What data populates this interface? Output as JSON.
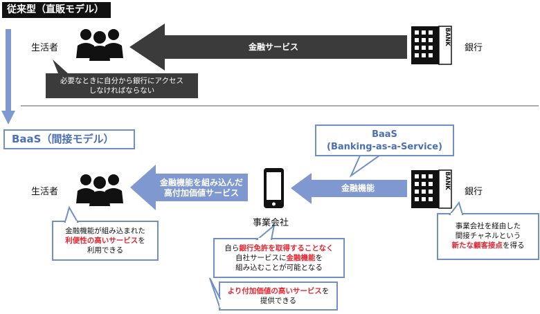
{
  "top": {
    "title": "従来型（直販モデル）",
    "consumer_label": "生活者",
    "bank_label": "銀行",
    "bank_tag": "BANK",
    "arrow_label": "金融サービス",
    "callout_line1": "必要なときに自分から銀行にアクセス",
    "callout_line2": "しなければならない"
  },
  "bottom": {
    "title": "BaaS（間接モデル）",
    "consumer_label": "生活者",
    "bank_label": "銀行",
    "bank_tag": "BANK",
    "company_label": "事業会社",
    "baas_box_line1": "BaaS",
    "baas_box_line2": "(Banking-as-a-Service)",
    "arrow_left_line1": "金融機能を組み込んだ",
    "arrow_left_line2": "高付加価値サービス",
    "arrow_right_label": "金融機能",
    "callout_consumer": {
      "line1": "金融機能が組み込まれた",
      "line2_red": "利便性の高いサービス",
      "line2_rest": "を",
      "line3": "利用できる"
    },
    "callout_company1": {
      "line1_prefix": "自ら",
      "line1_red": "銀行免許を取得することなく",
      "line2_prefix": "自社サービスに",
      "line2_red": "金融機能",
      "line2_rest": "を",
      "line3": "組み込むことが可能となる"
    },
    "callout_company2": {
      "line1_red": "より付加価値の高いサービス",
      "line1_rest": "を",
      "line2": "提供できる"
    },
    "callout_bank": {
      "line1": "事業会社を経由した",
      "line2": "間接チャネルという",
      "line3_red": "新たな顧客接点",
      "line3_rest": "を得る"
    }
  },
  "colors": {
    "dark_arrow": "#3b3b3b",
    "blue_arrow": "#7f98cf",
    "blue_border": "#6f8fc9",
    "red_text": "#e8242f"
  }
}
